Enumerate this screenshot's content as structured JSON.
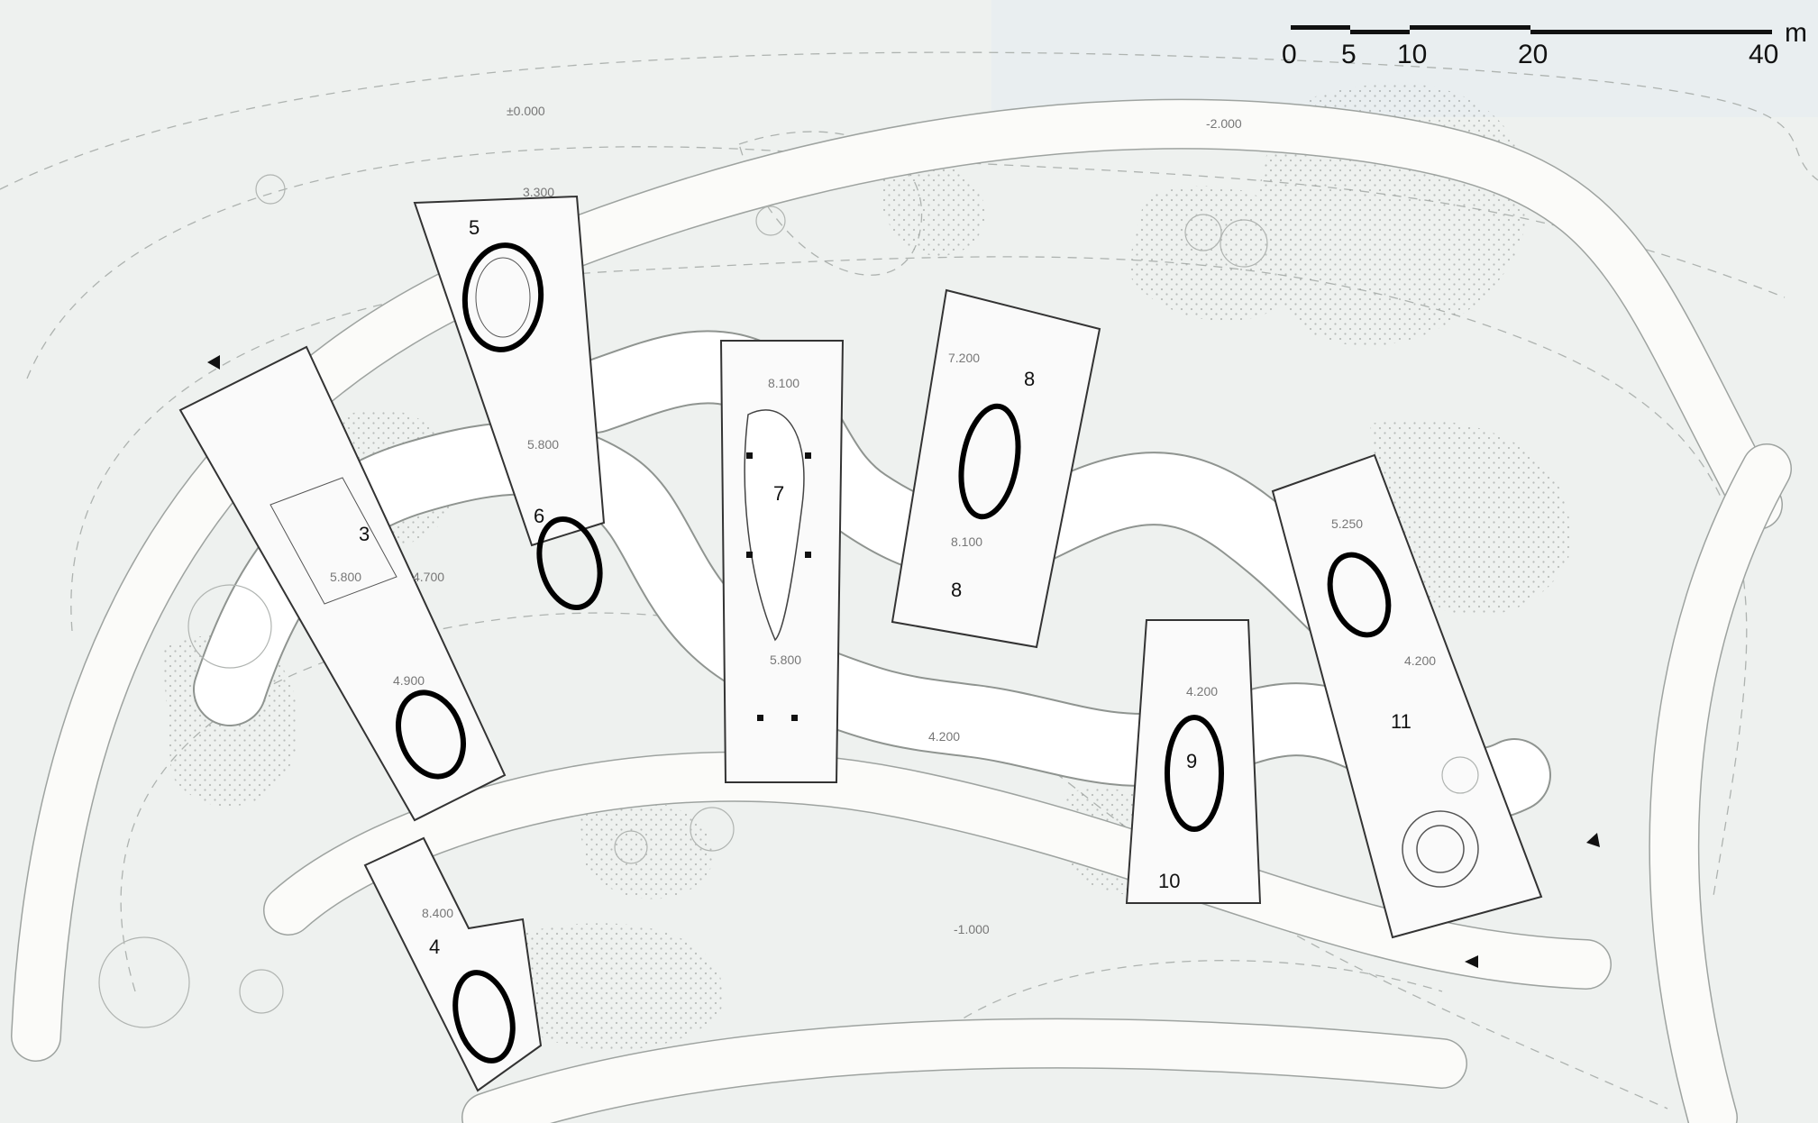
{
  "scale_bar": {
    "unit": "m",
    "ticks": [
      "0",
      "5",
      "10",
      "20",
      "40"
    ]
  },
  "building_numbers": [
    "3",
    "4",
    "5",
    "6",
    "7",
    "8",
    "8",
    "9",
    "10",
    "11"
  ],
  "levels": [
    "±0.000",
    "-2.000",
    "3.300",
    "8.100",
    "7.200",
    "5.800",
    "5.800",
    "4.700",
    "4.900",
    "8.100",
    "5.800",
    "5.250",
    "4.200",
    "4.200",
    "4.200",
    "8.400",
    "-1.000"
  ],
  "colors": {
    "background": "#eef1ef",
    "path": "#ffffff",
    "ink": "#111111",
    "contour": "#aeb3b0"
  }
}
